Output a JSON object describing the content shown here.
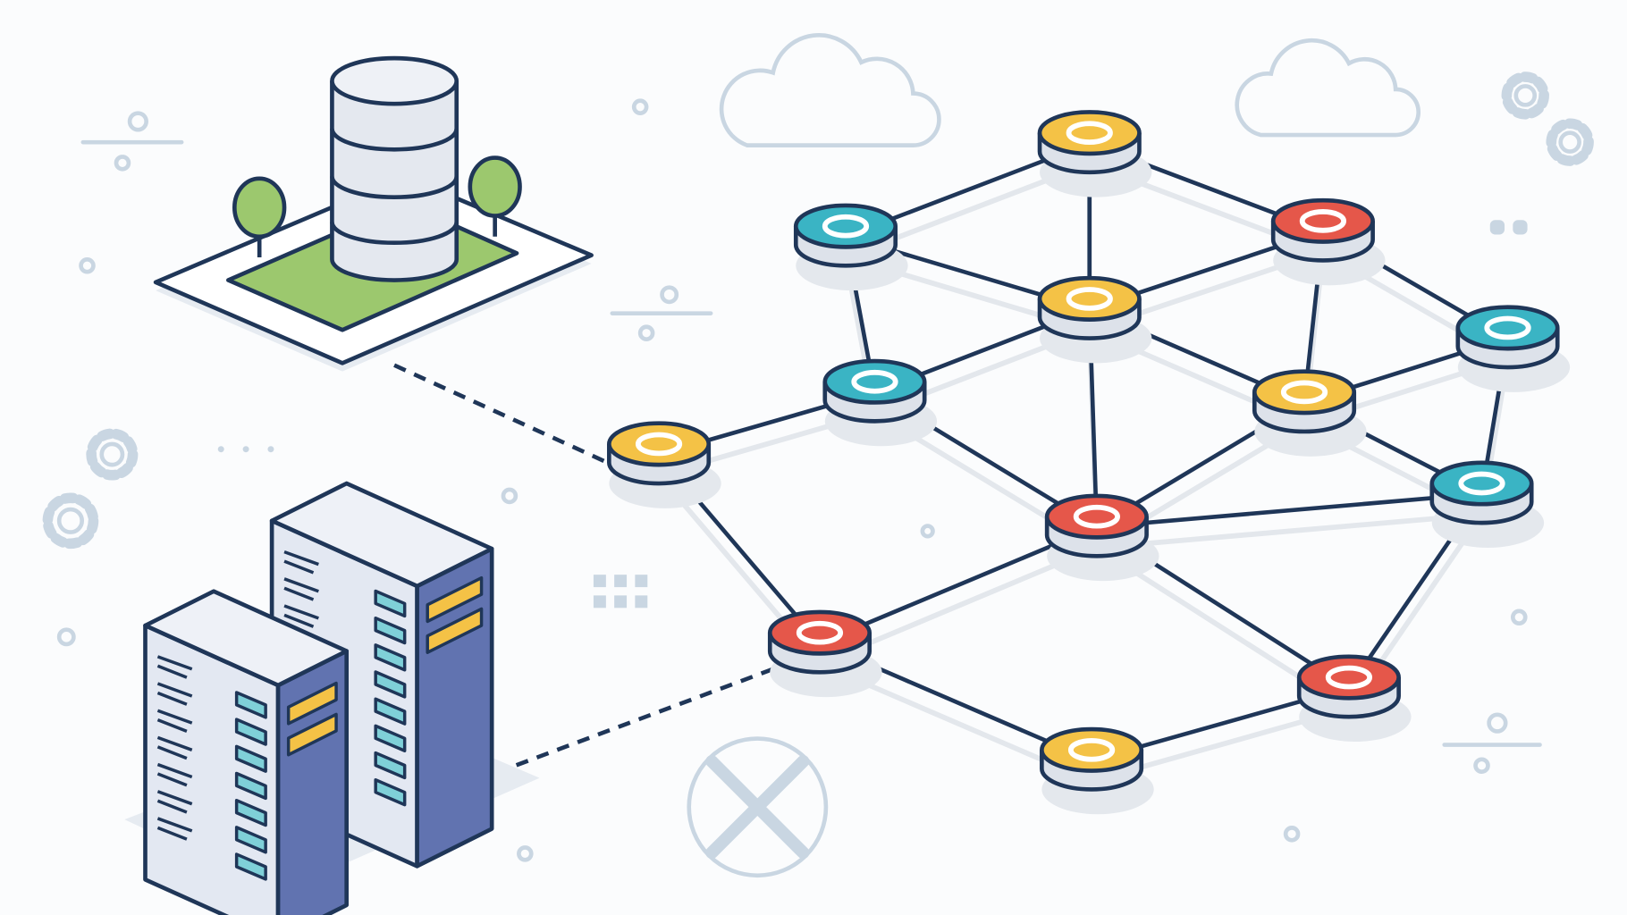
{
  "colors": {
    "outline": "#1f3658",
    "yellow": "#f4c246",
    "teal": "#3ab4c4",
    "red": "#e5574a",
    "grass": "#9cc86e",
    "decor": "#c9d6e2",
    "server_side": "#6173b0",
    "server_face": "#e3e8f2"
  },
  "network": {
    "nodes": [
      {
        "id": "n1",
        "color": "yellow"
      },
      {
        "id": "n2",
        "color": "teal"
      },
      {
        "id": "n3",
        "color": "red"
      },
      {
        "id": "n4",
        "color": "yellow"
      },
      {
        "id": "n5",
        "color": "teal"
      },
      {
        "id": "n6",
        "color": "teal"
      },
      {
        "id": "n7",
        "color": "yellow"
      },
      {
        "id": "n8",
        "color": "yellow"
      },
      {
        "id": "n9",
        "color": "red"
      },
      {
        "id": "n10",
        "color": "teal"
      },
      {
        "id": "n11",
        "color": "red"
      },
      {
        "id": "n12",
        "color": "red"
      },
      {
        "id": "n13",
        "color": "yellow"
      }
    ],
    "edges": [
      [
        "n1",
        "n2"
      ],
      [
        "n1",
        "n3"
      ],
      [
        "n1",
        "n4"
      ],
      [
        "n2",
        "n4"
      ],
      [
        "n2",
        "n5"
      ],
      [
        "n3",
        "n4"
      ],
      [
        "n3",
        "n7"
      ],
      [
        "n3",
        "n6"
      ],
      [
        "n4",
        "n5"
      ],
      [
        "n4",
        "n9"
      ],
      [
        "n4",
        "n7"
      ],
      [
        "n5",
        "n8"
      ],
      [
        "n5",
        "n9"
      ],
      [
        "n6",
        "n7"
      ],
      [
        "n6",
        "n10"
      ],
      [
        "n7",
        "n9"
      ],
      [
        "n7",
        "n10"
      ],
      [
        "n9",
        "n10"
      ],
      [
        "n8",
        "n11"
      ],
      [
        "n11",
        "n9"
      ],
      [
        "n11",
        "n13"
      ],
      [
        "n13",
        "n12"
      ],
      [
        "n12",
        "n9"
      ],
      [
        "n12",
        "n10"
      ]
    ],
    "dashed_links": [
      {
        "from": "database",
        "to": "n8"
      },
      {
        "from": "servers",
        "to": "n11"
      }
    ]
  }
}
